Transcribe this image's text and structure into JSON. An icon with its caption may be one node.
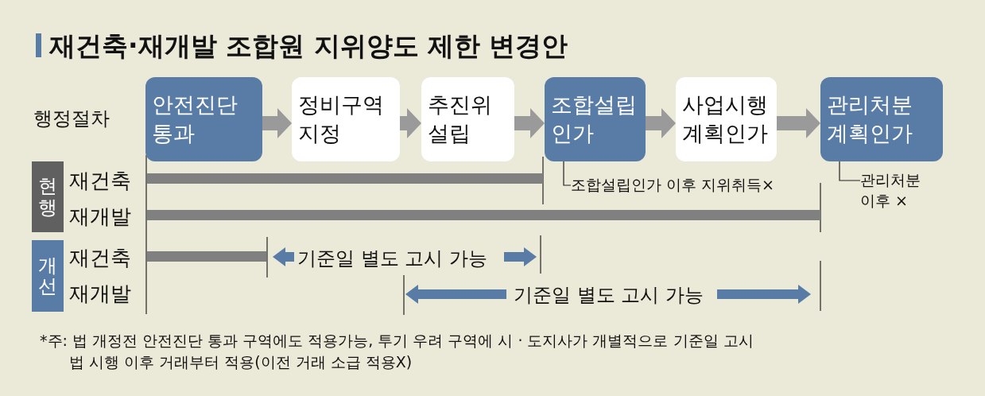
{
  "diagram": {
    "title": "재건축·재개발 조합원 지위양도 제한 변경안",
    "nodes": [
      {
        "text": [
          "안전진단 통과"
        ]
      },
      {
        "text": [
          "정비구역 지정"
        ]
      },
      {
        "text": [
          "추진위 설립"
        ]
      },
      {
        "text": [
          "조합설립 인가"
        ]
      },
      {
        "text": [
          "사업시행 계획인가"
        ]
      },
      {
        "text": [
          "관리처분 계획인가"
        ]
      },
      {
        "text": [
          "조합설립인가 이후 지위취득×"
        ]
      },
      {
        "text": [
          "관리처분 이후 ×"
        ]
      },
      {
        "text": [
          "현행"
        ]
      },
      {
        "text": [
          "개선"
        ]
      }
    ],
    "edges": [
      {
        "from": 0,
        "to": 1,
        "arrow": "to"
      },
      {
        "from": 1,
        "to": 2,
        "arrow": "to"
      },
      {
        "from": 2,
        "to": 3,
        "arrow": "to"
      },
      {
        "from": 3,
        "to": 4,
        "arrow": "to"
      },
      {
        "from": 4,
        "to": 5,
        "arrow": "to"
      },
      {
        "from": 6,
        "to": 3,
        "arrow": "none",
        "color": "#222222"
      },
      {
        "from": 7,
        "to": 5,
        "arrow": "none",
        "color": "#222222"
      }
    ],
    "labels": [
      "행정절차",
      "재건축",
      "재개발",
      "재건축",
      "재개발",
      "기준일 별도 고시 가능",
      "기준일 별도 고시 가능",
      "*주: 법 개정전 안전진단 통과 구역에도 적용가능, 투기 우려 구역에 시 · 도지사가 개별적으로 기준일 고시",
      "법 시행 이후 거래부터 적용(이전 거래 소급 적용X)"
    ]
  }
}
